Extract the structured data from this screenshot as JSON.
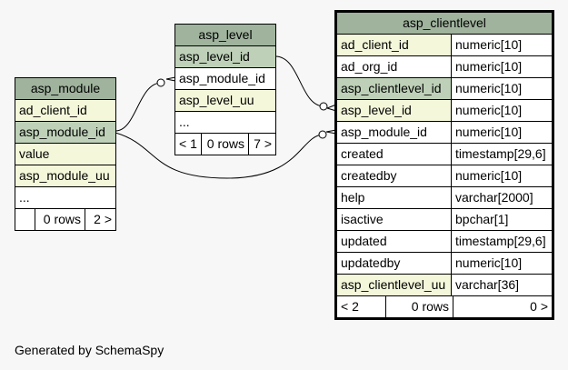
{
  "tables": {
    "asp_module": {
      "name": "asp_module",
      "columns": [
        {
          "name": "ad_client_id",
          "style": "idx"
        },
        {
          "name": "asp_module_id",
          "style": "pk"
        },
        {
          "name": "value",
          "style": "idx"
        },
        {
          "name": "asp_module_uu",
          "style": "idx"
        },
        {
          "name": "...",
          "style": "plain"
        }
      ],
      "footer": [
        "",
        "0 rows",
        "2 >"
      ]
    },
    "asp_level": {
      "name": "asp_level",
      "columns": [
        {
          "name": "asp_level_id",
          "style": "pk"
        },
        {
          "name": "asp_module_id",
          "style": "plain"
        },
        {
          "name": "asp_level_uu",
          "style": "idx"
        },
        {
          "name": "...",
          "style": "plain"
        }
      ],
      "footer": [
        "< 1",
        "0 rows",
        "7 >"
      ]
    },
    "asp_clientlevel": {
      "name": "asp_clientlevel",
      "columns": [
        {
          "name": "ad_client_id",
          "type": "numeric[10]",
          "style": "idx"
        },
        {
          "name": "ad_org_id",
          "type": "numeric[10]",
          "style": "plain"
        },
        {
          "name": "asp_clientlevel_id",
          "type": "numeric[10]",
          "style": "pk"
        },
        {
          "name": "asp_level_id",
          "type": "numeric[10]",
          "style": "idx"
        },
        {
          "name": "asp_module_id",
          "type": "numeric[10]",
          "style": "plain"
        },
        {
          "name": "created",
          "type": "timestamp[29,6]",
          "style": "plain"
        },
        {
          "name": "createdby",
          "type": "numeric[10]",
          "style": "plain"
        },
        {
          "name": "help",
          "type": "varchar[2000]",
          "style": "plain"
        },
        {
          "name": "isactive",
          "type": "bpchar[1]",
          "style": "plain"
        },
        {
          "name": "updated",
          "type": "timestamp[29,6]",
          "style": "plain"
        },
        {
          "name": "updatedby",
          "type": "numeric[10]",
          "style": "plain"
        },
        {
          "name": "asp_clientlevel_uu",
          "type": "varchar[36]",
          "style": "idx"
        }
      ],
      "footer": [
        "< 2",
        "0 rows",
        "0 >"
      ]
    }
  },
  "relationships": [
    {
      "from": "asp_module.asp_module_id",
      "to": "asp_level.asp_module_id"
    },
    {
      "from": "asp_level.asp_level_id",
      "to": "asp_clientlevel.asp_level_id"
    },
    {
      "from": "asp_module.asp_module_id",
      "to": "asp_clientlevel.asp_module_id"
    }
  ],
  "colors": {
    "header": "#9fb39d",
    "primary_key": "#bed1b8",
    "indexed": "#f4f7da",
    "background": "#f7f7f7"
  },
  "generated_by": "Generated by SchemaSpy"
}
